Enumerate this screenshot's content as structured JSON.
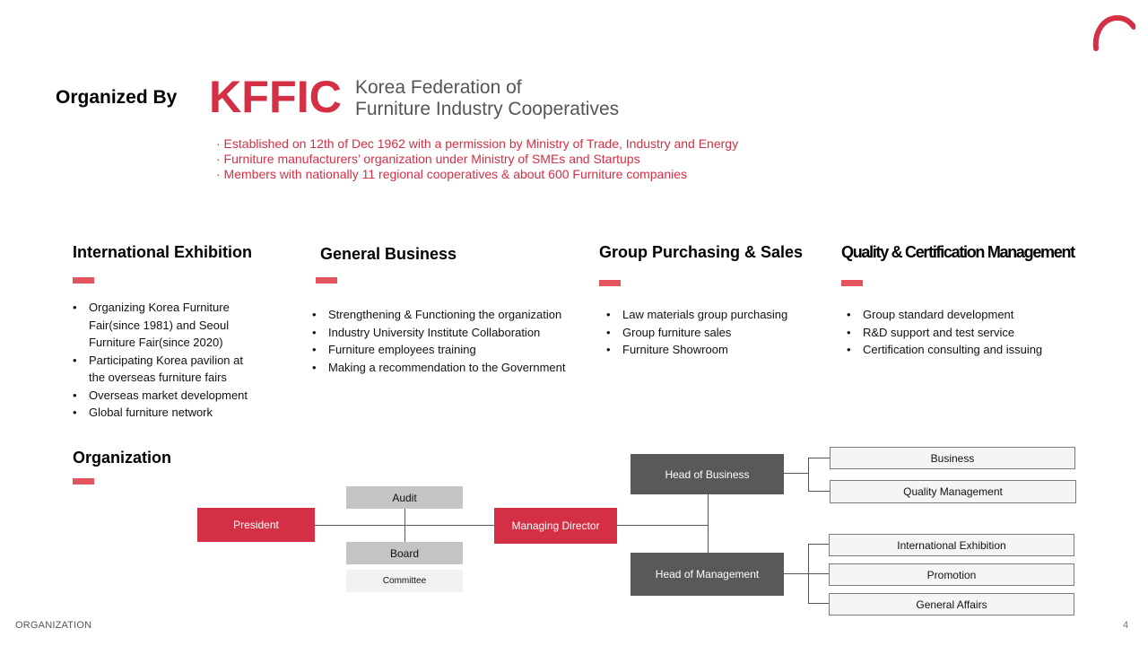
{
  "header": {
    "organized_by": "Organized By",
    "logo_text": "KFFIC",
    "org_name_line1": "Korea Federation of",
    "org_name_line2": "Furniture Industry Cooperatives",
    "facts": [
      "· Established on 12th of Dec 1962 with a permission by Ministry of Trade, Industry and Energy",
      "· Furniture manufacturers’ organization under  Ministry of SMEs and Startups",
      "· Members with nationally 11 regional cooperatives & about 600 Furniture companies"
    ]
  },
  "sections": [
    {
      "title": "International Exhibition",
      "items": [
        [
          "Organizing Korea Furniture",
          "Fair(since 1981) and Seoul",
          "Furniture Fair(since 2020)"
        ],
        [
          "Participating Korea pavilion at",
          " the overseas furniture fairs"
        ],
        [
          "Overseas market development"
        ],
        [
          "Global furniture network"
        ]
      ]
    },
    {
      "title": "General Business",
      "items": [
        [
          "Strengthening & Functioning the organization"
        ],
        [
          "Industry University Institute  Collaboration"
        ],
        [
          "Furniture employees training"
        ],
        [
          "Making a recommendation to the Government"
        ]
      ]
    },
    {
      "title": "Group Purchasing & Sales",
      "items": [
        [
          "Law materials group purchasing"
        ],
        [
          "Group furniture sales"
        ],
        [
          "Furniture Showroom"
        ]
      ]
    },
    {
      "title": "Quality & Certification Management",
      "items": [
        [
          "Group standard development"
        ],
        [
          "R&D support and test service"
        ],
        [
          "Certification consulting and issuing"
        ]
      ]
    }
  ],
  "organization": {
    "title": "Organization",
    "president": "President",
    "audit": "Audit",
    "board": "Board",
    "committee": "Committee",
    "managing_director": "Managing Director",
    "head_business": "Head of Business",
    "head_management": "Head of Management",
    "business_units": [
      "Business",
      "Quality Management"
    ],
    "management_units": [
      "International Exhibition",
      "Promotion",
      "General Affairs"
    ]
  },
  "footer": {
    "label": "ORGANIZATION",
    "page": "4"
  },
  "colors": {
    "accent_red": "#d42f44",
    "bar_red": "#e3545f",
    "dark_box": "#595959",
    "gray_box": "#c4c4c4"
  }
}
